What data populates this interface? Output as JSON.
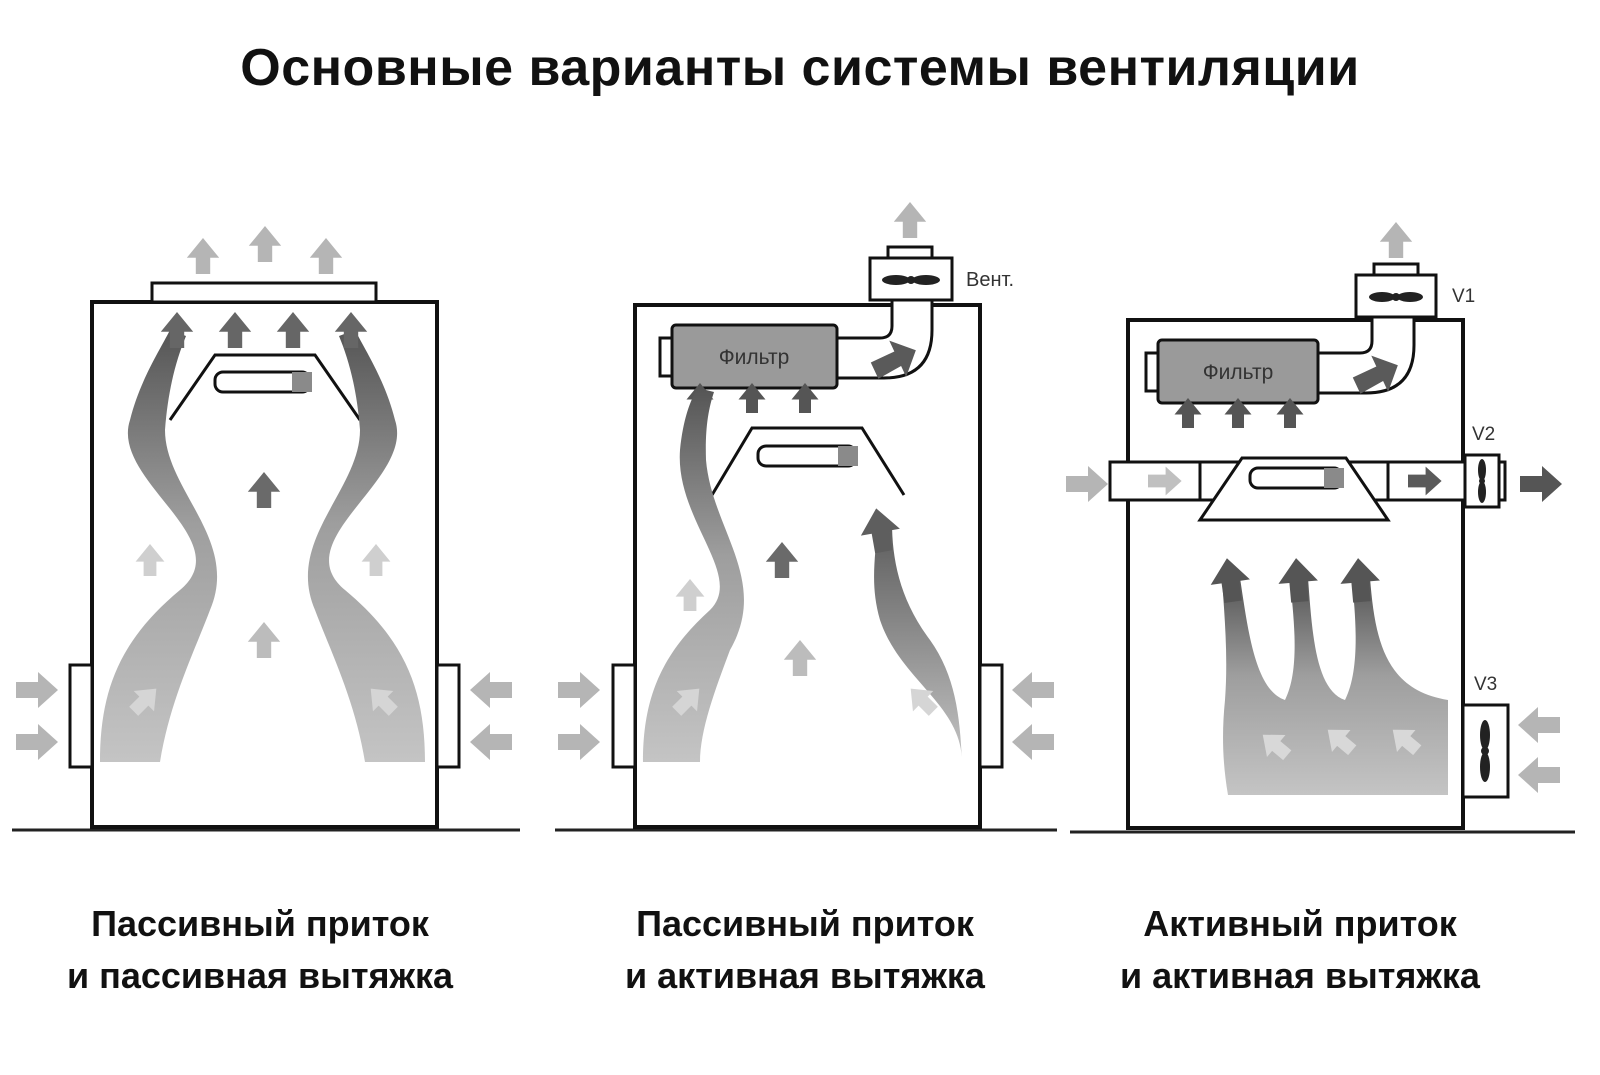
{
  "title": "Основные варианты системы вентиляции",
  "panels": [
    {
      "caption_line1": "Пассивный приток",
      "caption_line2": "и пассивная вытяжка"
    },
    {
      "caption_line1": "Пассивный приток",
      "caption_line2": "и активная вытяжка",
      "filter_label": "Фильтр",
      "fan_label": "Вент."
    },
    {
      "caption_line1": "Активный приток",
      "caption_line2": "и активная вытяжка",
      "filter_label": "Фильтр",
      "fan_v1_label": "V1",
      "fan_v2_label": "V2",
      "fan_v3_label": "V3"
    }
  ],
  "colors": {
    "flow_light": "#b9b9b9",
    "flow_dark": "#6e6e6e",
    "outline": "#111111",
    "box_fill": "#9a9a9a"
  }
}
